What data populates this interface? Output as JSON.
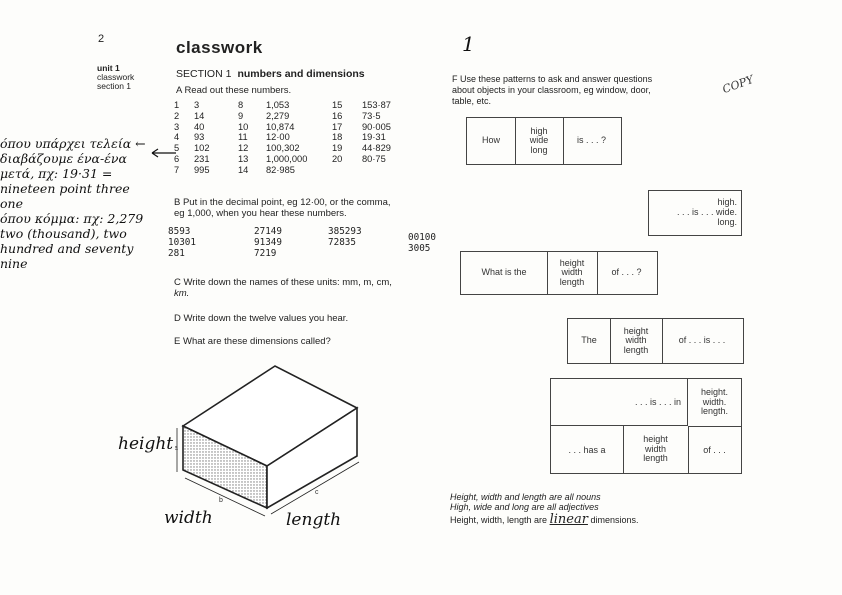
{
  "page_number": "2",
  "title": "classwork",
  "sidebar": {
    "unit": "unit 1",
    "line2": "classwork",
    "line3": "section 1"
  },
  "section": {
    "label": "SECTION 1",
    "heading": "numbers and dimensions"
  },
  "part_a": {
    "instruction": "A  Read out these numbers.",
    "items": [
      {
        "n": "1",
        "v": "3"
      },
      {
        "n": "2",
        "v": "14"
      },
      {
        "n": "3",
        "v": "40"
      },
      {
        "n": "4",
        "v": "93"
      },
      {
        "n": "5",
        "v": "102"
      },
      {
        "n": "6",
        "v": "231"
      },
      {
        "n": "7",
        "v": "995"
      },
      {
        "n": "8",
        "v": "1,053"
      },
      {
        "n": "9",
        "v": "2,279"
      },
      {
        "n": "10",
        "v": "10,874"
      },
      {
        "n": "11",
        "v": "12·00"
      },
      {
        "n": "12",
        "v": "100,302"
      },
      {
        "n": "13",
        "v": "1,000,000"
      },
      {
        "n": "14",
        "v": "82·985"
      },
      {
        "n": "15",
        "v": "153·87"
      },
      {
        "n": "16",
        "v": "73·5"
      },
      {
        "n": "17",
        "v": "90·005"
      },
      {
        "n": "18",
        "v": "19·31"
      },
      {
        "n": "19",
        "v": "44·829"
      },
      {
        "n": "20",
        "v": "80·75"
      }
    ]
  },
  "handwritten_note": [
    "όπου υπάρχει τελεία ←",
    "διαβάζουμε ένα-ένα",
    "μετά, πχ: 19·31 =",
    "nineteen point three",
    "one",
    "όπου κόμμα: πχ: 2,279",
    "two (thousand), two",
    "hundred and seventy",
    "nine"
  ],
  "part_b": {
    "line1": "B  Put in the decimal point, eg 12·00, or the comma,",
    "line2": "eg 1,000, when you hear these numbers.",
    "numbers": [
      [
        "8593",
        "27149",
        "385293",
        "00100"
      ],
      [
        "10301",
        "91349",
        "72835",
        "3005"
      ],
      [
        "281",
        "7219",
        "",
        ""
      ]
    ]
  },
  "part_c": {
    "line1": "C  Write down the names of these units: mm, m, cm,",
    "line2": "km."
  },
  "part_d": "D  Write down the twelve values you hear.",
  "part_e": "E  What are these dimensions called?",
  "box_labels": {
    "height": "height",
    "width": "width",
    "length": "length",
    "a": "a",
    "b": "b",
    "c": "c"
  },
  "part_f": {
    "line1": "F  Use these patterns to ask and answer questions",
    "line2": "about objects in your classroom, eg window, door,",
    "line3": "table, etc."
  },
  "stamp_text": "COPY",
  "top_scribble": "1",
  "table1": {
    "c1": "How",
    "c2": [
      "high",
      "wide",
      "long"
    ],
    "c3": "is . . . ?"
  },
  "table2": {
    "l1": "high.",
    "l2": ". . . is . . . wide.",
    "l3": "long."
  },
  "table3": {
    "c1": "What is the",
    "c2": [
      "height",
      "width",
      "length"
    ],
    "c3": "of . . . ?"
  },
  "table4": {
    "c1": "The",
    "c2": [
      "height",
      "width",
      "length"
    ],
    "c3": "of . . . is . . ."
  },
  "table5": {
    "r1": ". . . is . . . in",
    "r1c3": [
      "height.",
      "width.",
      "length."
    ],
    "r2c1": ". . . has a",
    "r2c2": [
      "height",
      "width",
      "length"
    ],
    "r2c3": "of . . ."
  },
  "notes": {
    "line1": "Height, width and length are all nouns",
    "line2": "High, wide and long are all adjectives",
    "line3a": "Height, width, length are",
    "linear": "linear",
    "line3b": "dimensions."
  }
}
